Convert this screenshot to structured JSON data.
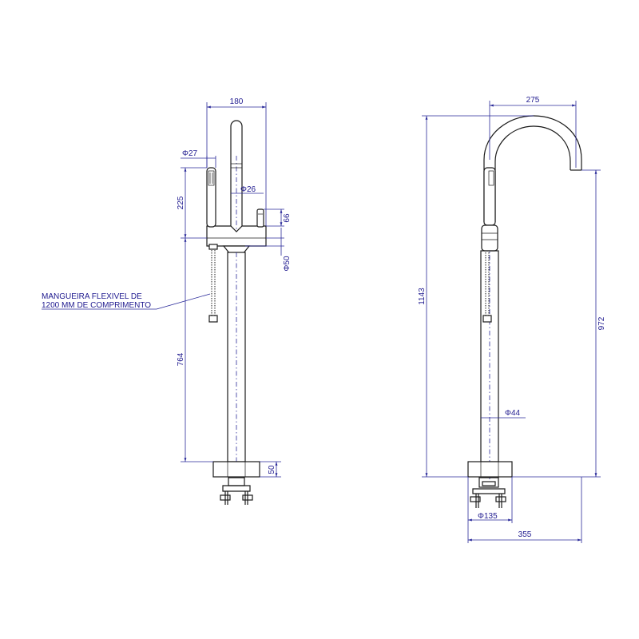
{
  "left_view": {
    "dim_width": "180",
    "dim_hand_shower_dia": "Φ27",
    "dim_spout_dia": "Φ26",
    "dim_shower_length": "225",
    "dim_handle_height": "66",
    "dim_body_dia": "Φ50",
    "dim_column_height": "764",
    "dim_base_height": "50",
    "hose_note_line1": "MANGUEIRA FLEXIVEL DE",
    "hose_note_line2": "1200 MM DE COMPRIMENTO"
  },
  "right_view": {
    "dim_reach": "275",
    "dim_total_height": "1143",
    "dim_spout_height": "972",
    "dim_column_dia": "Φ44",
    "dim_base_dia": "Φ135",
    "dim_base_width": "355"
  }
}
